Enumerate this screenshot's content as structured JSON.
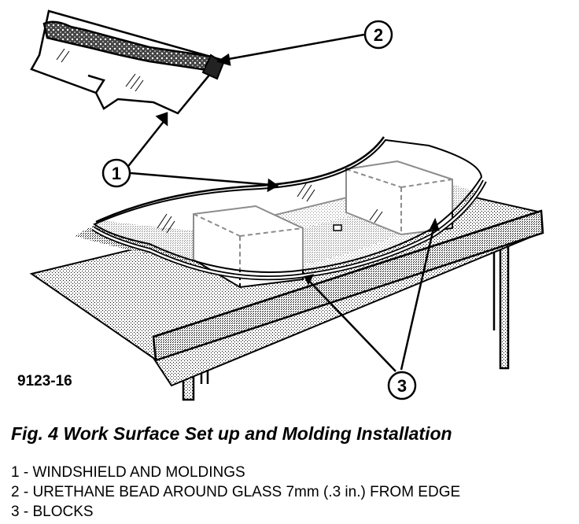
{
  "figure": {
    "reference": "9123-16",
    "callouts": [
      "1",
      "2",
      "3"
    ]
  },
  "caption": "Fig. 4 Work Surface Set up and Molding Installation",
  "legend": [
    "1 - WINDSHIELD AND MOLDINGS",
    "2 - URETHANE BEAD AROUND GLASS 7mm (.3 in.) FROM EDGE",
    "3 - BLOCKS"
  ]
}
